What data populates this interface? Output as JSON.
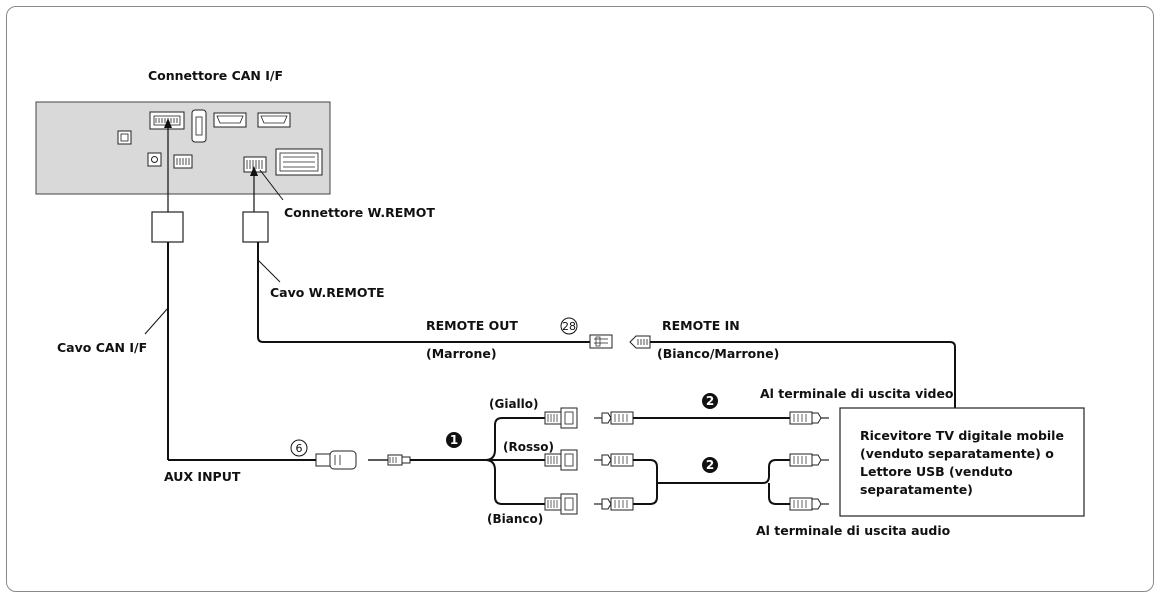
{
  "labels": {
    "can_connector": "Connettore CAN I/F",
    "wremote_connector": "Connettore W.REMOT",
    "wremote_cable": "Cavo W.REMOTE",
    "can_cable": "Cavo CAN I/F",
    "remote_out": "REMOTE OUT",
    "remote_out_color": "(Marrone)",
    "remote_in": "REMOTE IN",
    "remote_in_color": "(Bianco/Marrone)",
    "video_out_terminal": "Al terminale di uscita video",
    "audio_out_terminal": "Al terminale di uscita audio",
    "aux_input": "AUX INPUT",
    "yellow": "(Giallo)",
    "red": "(Rosso)",
    "white": "(Bianco)"
  },
  "device_box": {
    "line1": "Ricevitore TV digitale mobile",
    "line2": "(venduto separatamente) o",
    "line3": "Lettore USB (venduto",
    "line4": "separatamente)"
  },
  "markers": {
    "n28": "28",
    "n6": "6",
    "n1": "1",
    "n2a": "2",
    "n2b": "2"
  }
}
